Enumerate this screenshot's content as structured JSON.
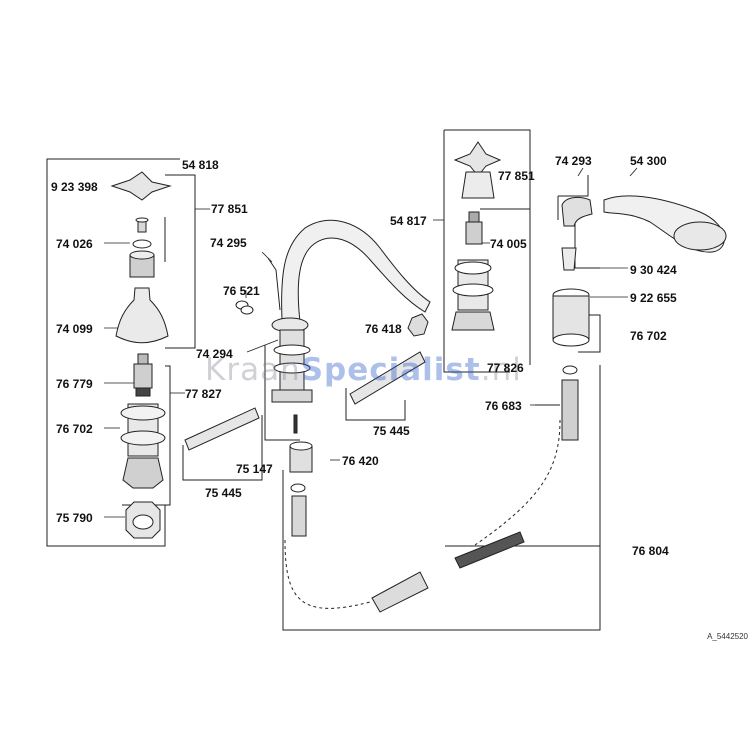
{
  "watermark": {
    "part1": "Kraan",
    "part2": "Specialist",
    "part3": ".nl"
  },
  "drawing_code": "A_5442520",
  "labels": {
    "p54818": "54 818",
    "p923398": "9 23 398",
    "p77851_left": "77 851",
    "p74026": "74 026",
    "p74099": "74 099",
    "p76779": "76 779",
    "p77827": "77 827",
    "p76702_left": "76 702",
    "p75790": "75 790",
    "p74295": "74 295",
    "p76521": "76 521",
    "p74294": "74 294",
    "p75445_left": "75 445",
    "p75147": "75 147",
    "p76420": "76 420",
    "p76418": "76 418",
    "p75445_right": "75 445",
    "p54817": "54 817",
    "p77851_right": "77 851",
    "p74005": "74 005",
    "p77826": "77 826",
    "p74293": "74 293",
    "p54300": "54 300",
    "p930424": "9 30 424",
    "p922655": "9 22 655",
    "p76702_right": "76 702",
    "p76683": "76 683",
    "p76804": "76 804"
  }
}
